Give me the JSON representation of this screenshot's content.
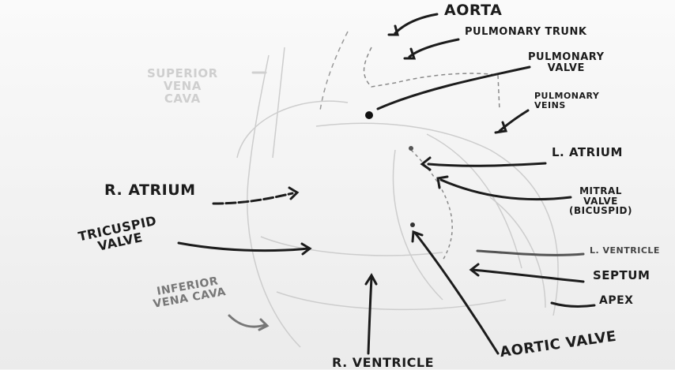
{
  "diagram": {
    "labels": {
      "aorta": "AORTA",
      "pulmonary_trunk": "PULMONARY TRUNK",
      "pulmonary_valve": "PULMONARY\nVALVE",
      "pulmonary_veins": "PULMONARY\nVEINS",
      "superior_vena_cava": "SUPERIOR\nVENA\nCAVA",
      "l_atrium": "L. ATRIUM",
      "r_atrium": "R. ATRIUM",
      "mitral_valve": "MITRAL\nVALVE\n(BICUSPID)",
      "tricuspid_valve": "TRICUSPID\nVALVE",
      "l_ventricle": "L. VENTRICLE",
      "septum": "SEPTUM",
      "inferior_vena_cava": "INFERIOR\nVENA CAVA",
      "apex": "APEX",
      "r_ventricle": "R. VENTRICLE",
      "aortic_valve": "AORTIC VALVE"
    },
    "colors": {
      "ink": "#1c1c1c",
      "faint_ink": "#cfcfcf",
      "board": "#f4f4f4"
    }
  }
}
